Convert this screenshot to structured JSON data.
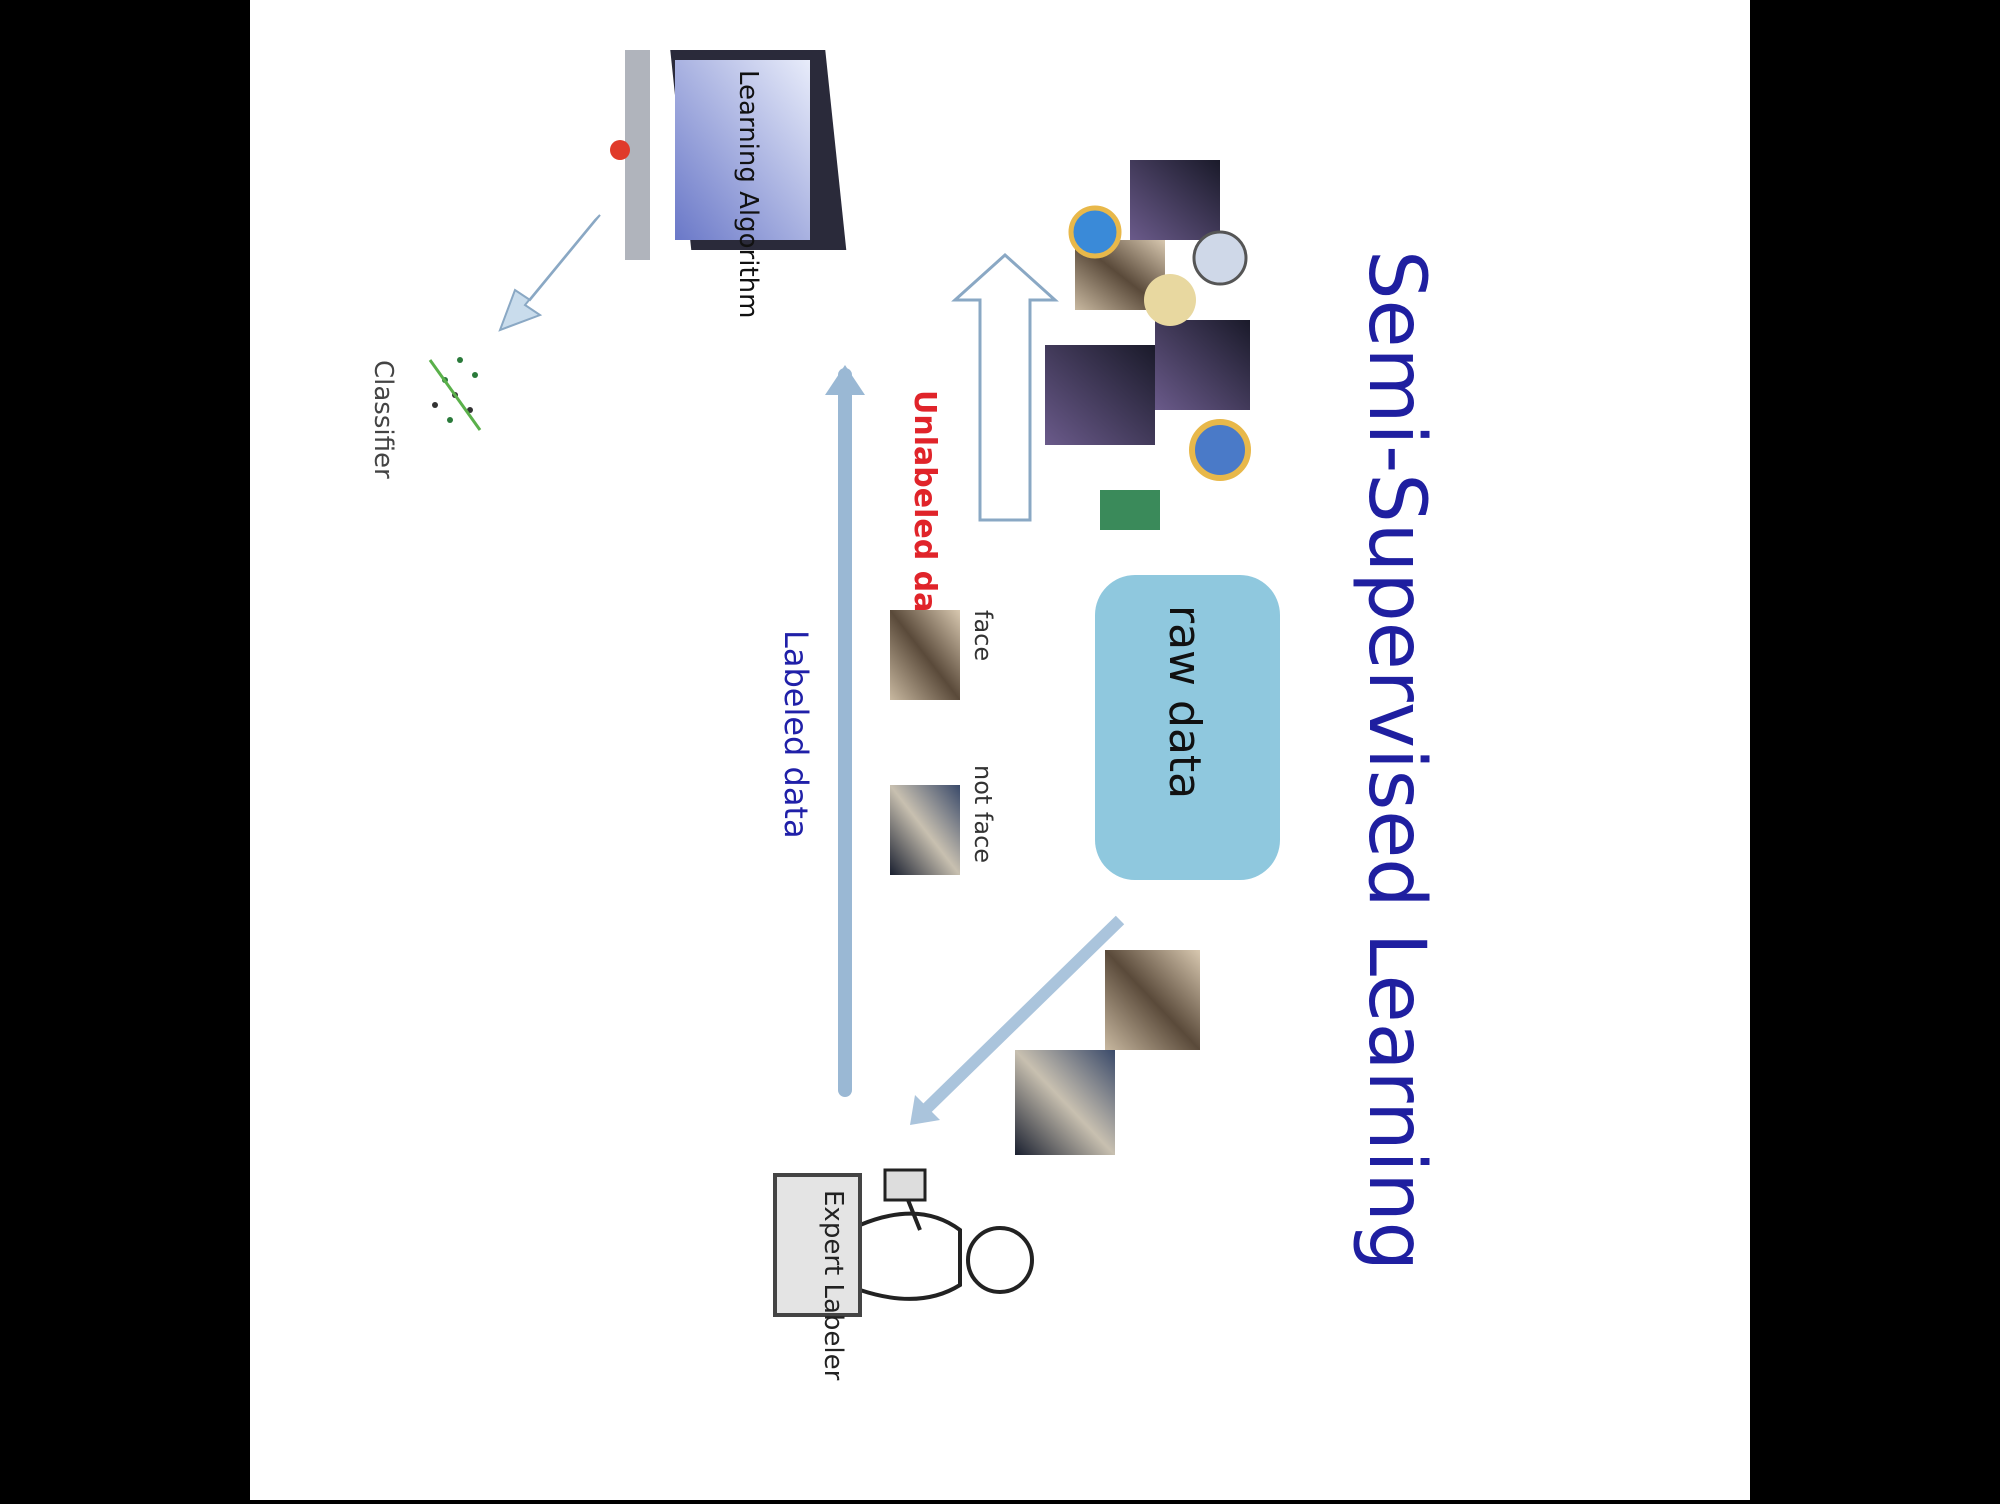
{
  "title": "Semi-Supervised Learning",
  "labels": {
    "raw_data": "raw data",
    "unlabeled_data": "Unlabeled data",
    "labeled_data": "Labeled data",
    "face": "face",
    "not_face": "not face",
    "expert_labeler": "Expert Labeler",
    "learning_algorithm": "Learning Algorithm",
    "classifier": "Classifier"
  },
  "colors": {
    "title": "#1f1fa0",
    "raw_data_box": "#8fc8de",
    "unlabeled_text": "#e0242a",
    "labeled_text": "#2020a8",
    "arrow_fill": "#c9dcec",
    "arrow_stroke": "#8aa8c4",
    "frame": "#000000",
    "canvas": "#ffffff"
  },
  "icons": [
    "laptop-icon",
    "classifier-scatter-icon",
    "person-icon",
    "photo-thumbnail-icon"
  ]
}
